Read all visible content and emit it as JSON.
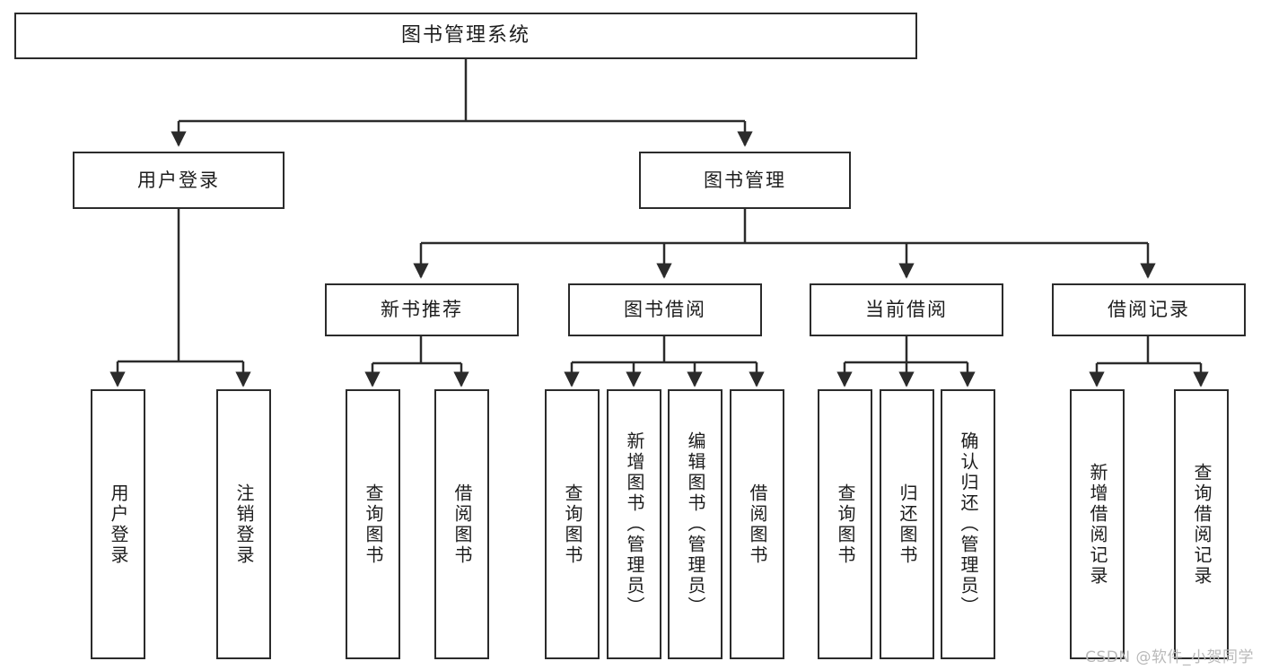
{
  "diagram": {
    "title": "图书管理系统",
    "type": "tree-hierarchy",
    "levels": 4,
    "root": {
      "id": "root",
      "label": "图书管理系统"
    },
    "level2": [
      {
        "id": "user-login",
        "label": "用户登录"
      },
      {
        "id": "book-manage",
        "label": "图书管理"
      }
    ],
    "level3": [
      {
        "id": "new-book-rec",
        "label": "新书推荐",
        "parent": "book-manage"
      },
      {
        "id": "book-borrow",
        "label": "图书借阅",
        "parent": "book-manage"
      },
      {
        "id": "current-borrow",
        "label": "当前借阅",
        "parent": "book-manage"
      },
      {
        "id": "borrow-record",
        "label": "借阅记录",
        "parent": "book-manage"
      }
    ],
    "leaves": [
      {
        "id": "leaf-user-login",
        "label": "用户登录",
        "parent": "user-login"
      },
      {
        "id": "leaf-logout",
        "label": "注销登录",
        "parent": "user-login"
      },
      {
        "id": "leaf-query-book-1",
        "label": "查询图书",
        "parent": "new-book-rec"
      },
      {
        "id": "leaf-borrow-book-1",
        "label": "借阅图书",
        "parent": "new-book-rec"
      },
      {
        "id": "leaf-query-book-2",
        "label": "查询图书",
        "parent": "book-borrow"
      },
      {
        "id": "leaf-add-book",
        "label": "新增图书（管理员）",
        "parent": "book-borrow"
      },
      {
        "id": "leaf-edit-book",
        "label": "编辑图书（管理员）",
        "parent": "book-borrow"
      },
      {
        "id": "leaf-borrow-book-2",
        "label": "借阅图书",
        "parent": "book-borrow"
      },
      {
        "id": "leaf-query-book-3",
        "label": "查询图书",
        "parent": "current-borrow"
      },
      {
        "id": "leaf-return-book",
        "label": "归还图书",
        "parent": "current-borrow"
      },
      {
        "id": "leaf-confirm-return",
        "label": "确认归还（管理员）",
        "parent": "current-borrow"
      },
      {
        "id": "leaf-add-record",
        "label": "新增借阅记录",
        "parent": "borrow-record"
      },
      {
        "id": "leaf-query-record",
        "label": "查询借阅记录",
        "parent": "borrow-record"
      }
    ]
  },
  "watermark": {
    "text": "CSDN @软件_小贺同学"
  },
  "colors": {
    "stroke": "#2b2b2b",
    "fill": "#ffffff",
    "text": "#1d1d1d",
    "watermark": "#b9b9b9"
  }
}
